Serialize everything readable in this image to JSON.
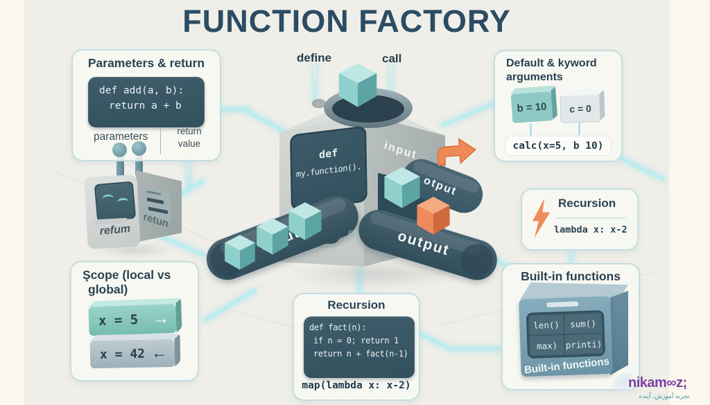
{
  "title": "FUNCTION FACTORY",
  "flow_labels": {
    "define": "define",
    "call": "call"
  },
  "machine": {
    "screen_line1": "def",
    "screen_line2": "my.function().",
    "input_belt_label": "input",
    "input_side_label": "input",
    "otput_belt_label": "otput",
    "output_belt_label": "output",
    "cal_label": "cal"
  },
  "robot": {
    "front_label": "refum",
    "side_label": "retun"
  },
  "panels": {
    "params": {
      "title": "Parameters & return",
      "code": [
        "def add(a, b):",
        "return a + b"
      ],
      "left_label": "parameters",
      "right_label": "return value"
    },
    "defaults": {
      "title": [
        "Default & kyword",
        "arguments"
      ],
      "block_b": "b = 10",
      "block_c": "c = 0",
      "call_code": "calc(x=5, b 10)"
    },
    "recursion_lambda": {
      "title": "Recursion",
      "code": "lambda x: x-2"
    },
    "scope": {
      "title": [
        "Şcope (local vs",
        "global)"
      ],
      "bar1_code": "x = 5",
      "bar1_arrow": "→",
      "bar2_code": "x = 42",
      "bar2_arrow": "←"
    },
    "recursion_fact": {
      "title": "Recursion",
      "code": [
        "def fact(n):",
        "if n = 0; return 1",
        "return n + fact(n-1)"
      ],
      "map_code": "map(lambda x: x-2)"
    },
    "builtins": {
      "title": "Built-in functions",
      "cells": [
        "len()",
        "sum()",
        "max)",
        "printi)"
      ],
      "box_label": "Built-in functions"
    }
  },
  "watermark": {
    "brand": [
      "nikam",
      "∞",
      "z;"
    ],
    "tagline": "تجربه آموزش، آینده"
  },
  "colors": {
    "ink": "#2b4c63",
    "accent_teal": "#8ed0cb",
    "accent_orange": "#ee8a5c",
    "glow": "#b9edf2",
    "brand_purple": "#7d3fa2"
  }
}
